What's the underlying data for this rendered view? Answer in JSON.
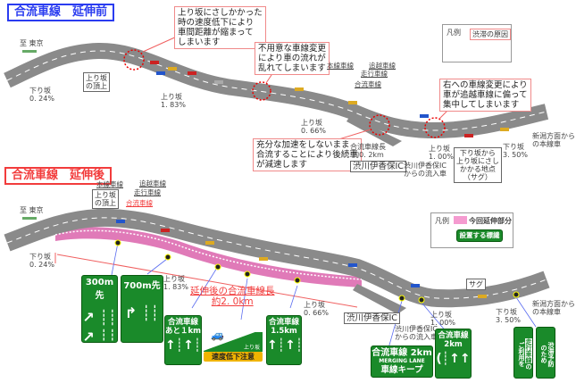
{
  "before": {
    "title": "合流車線　延伸前",
    "to_tokyo": "至 東京",
    "crest": "上り坂\nの頂上",
    "slopes": [
      {
        "label": "下り坂",
        "value": "0. 24%"
      },
      {
        "label": "上り坂",
        "value": "1. 83%"
      },
      {
        "label": "上り坂",
        "value": "0. 66%"
      },
      {
        "label": "上り坂",
        "value": "1. 00%"
      },
      {
        "label": "下り坂",
        "value": "3. 50%"
      }
    ],
    "callouts": [
      "上り坂にさしかかった\n時の速度低下により\n車間距離が縮まって\nしまいます",
      "不用意な車線変更\nにより車の流れが\n乱れてしまいます",
      "充分な加速をしないまま\n合流することにより後続車\nが減速します",
      "右への車線変更により\n車が追越車線に偏って\n集中してしまいます"
    ],
    "lanes": {
      "main": "本線車線",
      "passing": "追越車線",
      "driving": "走行車線",
      "merge": "合流車線"
    },
    "merge_length": "合流車線長\n約0. 2km",
    "ic": "渋川伊香保IC",
    "ic_inflow": "渋川伊香保IC\nからの流入車",
    "sag": "下り坂から\n上り坂にさし\nかかる地点\n（サグ）",
    "niigata": "新潟方面から\nの本線車",
    "legend": {
      "title": "凡例",
      "item": "渋滞の原因"
    }
  },
  "after": {
    "title": "合流車線　延伸後",
    "to_tokyo": "至 東京",
    "crest": "上り坂\nの頂上",
    "slopes": [
      {
        "label": "下り坂",
        "value": "0. 24%"
      },
      {
        "label": "上り坂",
        "value": "1. 83%"
      },
      {
        "label": "上り坂",
        "value": "0. 66%"
      },
      {
        "label": "上り坂",
        "value": "1. 00%"
      },
      {
        "label": "下り坂",
        "value": "3. 50%"
      }
    ],
    "lanes": {
      "main": "本線車線",
      "passing": "追越車線",
      "driving": "走行車線",
      "merge": "合流車線"
    },
    "merge_length": "延伸後の合流車線長\n約2. 0km",
    "ic": "渋川伊香保IC",
    "ic_inflow": "渋川伊香保IC\nからの流入車",
    "sag": "サグ",
    "niigata": "新潟方面から\nの本線車",
    "legend": {
      "title": "凡例",
      "item1": "今回延伸部分",
      "item2": "設置する標識"
    },
    "signs": {
      "s300": "300m先",
      "s700": "700m先",
      "s1km": "合流車線\nあと１km",
      "slow_small": "上り坂",
      "slow": "速度低下注意",
      "s15": "合流車線\n1.5km",
      "keep_l1": "合流車線 2km",
      "keep_l2": "MERGING LANE",
      "keep_l3": "車線キープ",
      "s2km": "合流車線\n2km",
      "drive1": "走行車線",
      "drive2": "の\nご利用を",
      "jam": "渋滞予防\nのため"
    }
  },
  "colors": {
    "road": "#8a8a8a",
    "extension": "#e07ab8",
    "sign": "#1a8a2a",
    "before": "#2a3cf0",
    "after": "#f23c3c"
  }
}
